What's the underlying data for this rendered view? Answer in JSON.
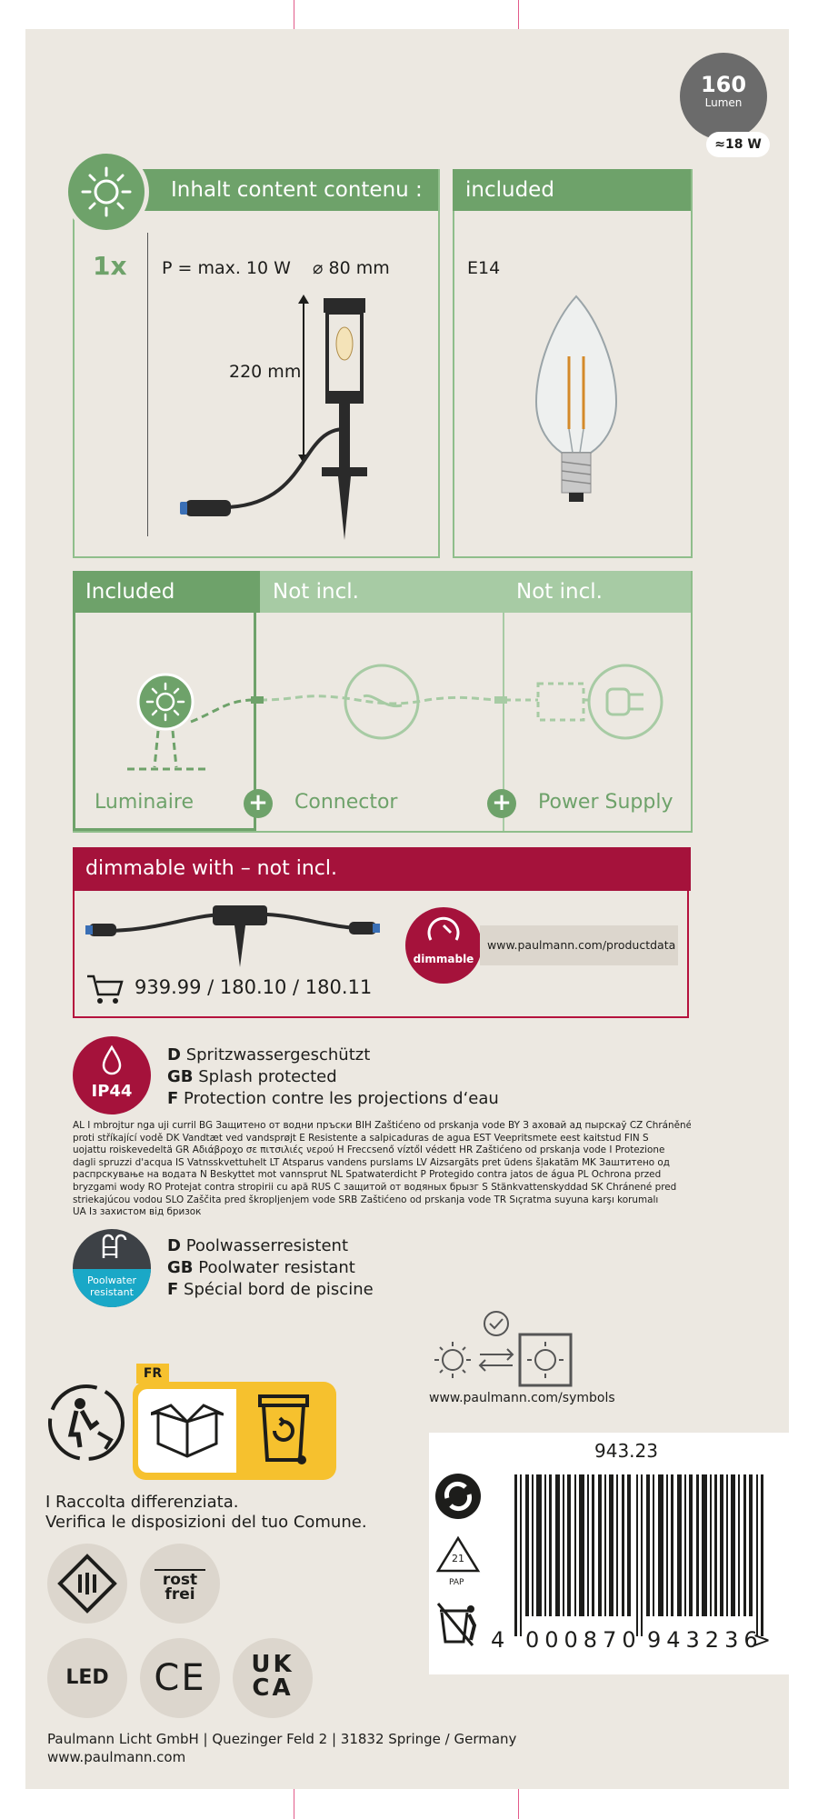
{
  "badge": {
    "lumen_value": "160",
    "lumen_unit": "Lumen",
    "watt": "≈18 W"
  },
  "content": {
    "header": "Inhalt  content  contenu :",
    "quantity": "1x",
    "power": "P = max. 10 W",
    "diameter": "⌀ 80 mm",
    "height": "220 mm"
  },
  "included_box": {
    "header": "included",
    "socket": "E14"
  },
  "system": {
    "col1_header": "Included",
    "col2_header": "Not incl.",
    "col3_header": "Not incl.",
    "luminaire": "Luminaire",
    "connector": "Connector",
    "power_supply": "Power Supply",
    "plus": "+"
  },
  "dimmable": {
    "header": "dimmable with – not incl.",
    "articles": "939.99 / 180.10 / 180.11",
    "badge": "dimmable",
    "url": "www.paulmann.com/productdata"
  },
  "ip": {
    "badge": "IP44",
    "lines": [
      {
        "code": "D",
        "text": "Spritzwassergeschützt"
      },
      {
        "code": "GB",
        "text": "Splash protected"
      },
      {
        "code": "F",
        "text": "Protection contre les projections d‘eau"
      }
    ],
    "translations": [
      "AL I mbrojtur nga uji curril BG Защитено от водни пръски BIH Zaštićeno od prskanja vode BY З аховай ад пырскаў CZ Chráněné",
      "proti stříkající vodě DK Vandtæt ved vandsprøjt E Resistente a salpicaduras de agua EST Veepritsmete eest kaitstud FIN S",
      "uojattu roiskevedeltä GR Αδιάβροχο σε πιτσιλιές νερού H Freccsenő víztől védett HR Zaštićeno od prskanja vode I Protezione",
      "dagli spruzzi d'acqua IS Vatnsskvettuhelt LT Atsparus vandens purslams LV Aizsargāts pret ūdens šļakatām MK Заштитено од",
      "распрскување на водата N Beskyttet mot vannsprut NL Spatwaterdicht P Protegido contra jatos de água PL Ochrona przed",
      "bryzgami wody RO Protejat contra stropirii cu apă RUS С защитой от водяных брызг S Stänkvattenskyddad SK Chránené pred",
      "striekajúcou vodou SLO Zaščita pred škropljenjem vode SRB Zaštićeno od prskanja vode TR Sıçratma suyuna karşı korumalı",
      "UA Із захистом від бризок"
    ]
  },
  "pool": {
    "badge": "Poolwater resistant",
    "lines": [
      {
        "code": "D",
        "text": "Poolwasserresistent"
      },
      {
        "code": "GB",
        "text": "Poolwater resistant"
      },
      {
        "code": "F",
        "text": "Spécial bord de piscine"
      }
    ]
  },
  "symbols_url": "www.paulmann.com/symbols",
  "recycling": {
    "fr": "FR",
    "line1": "I Raccolta differenziata.",
    "line2": "Verifica le disposizioni del tuo Comune."
  },
  "marks": {
    "rostfrei_1": "rost",
    "rostfrei_2": "frei",
    "led": "LED",
    "ce": "CE",
    "ukca_1": "UK",
    "ukca_2": "CA",
    "pap_num": "21",
    "pap": "PAP"
  },
  "article_number": "943.23",
  "barcode": {
    "first": "4",
    "group1": "000870",
    "group2": "943236",
    "end": ">"
  },
  "footer": {
    "company": "Paulmann Licht GmbH | Quezinger Feld 2 | 31832 Springe  / Germany",
    "url": "www.paulmann.com"
  }
}
